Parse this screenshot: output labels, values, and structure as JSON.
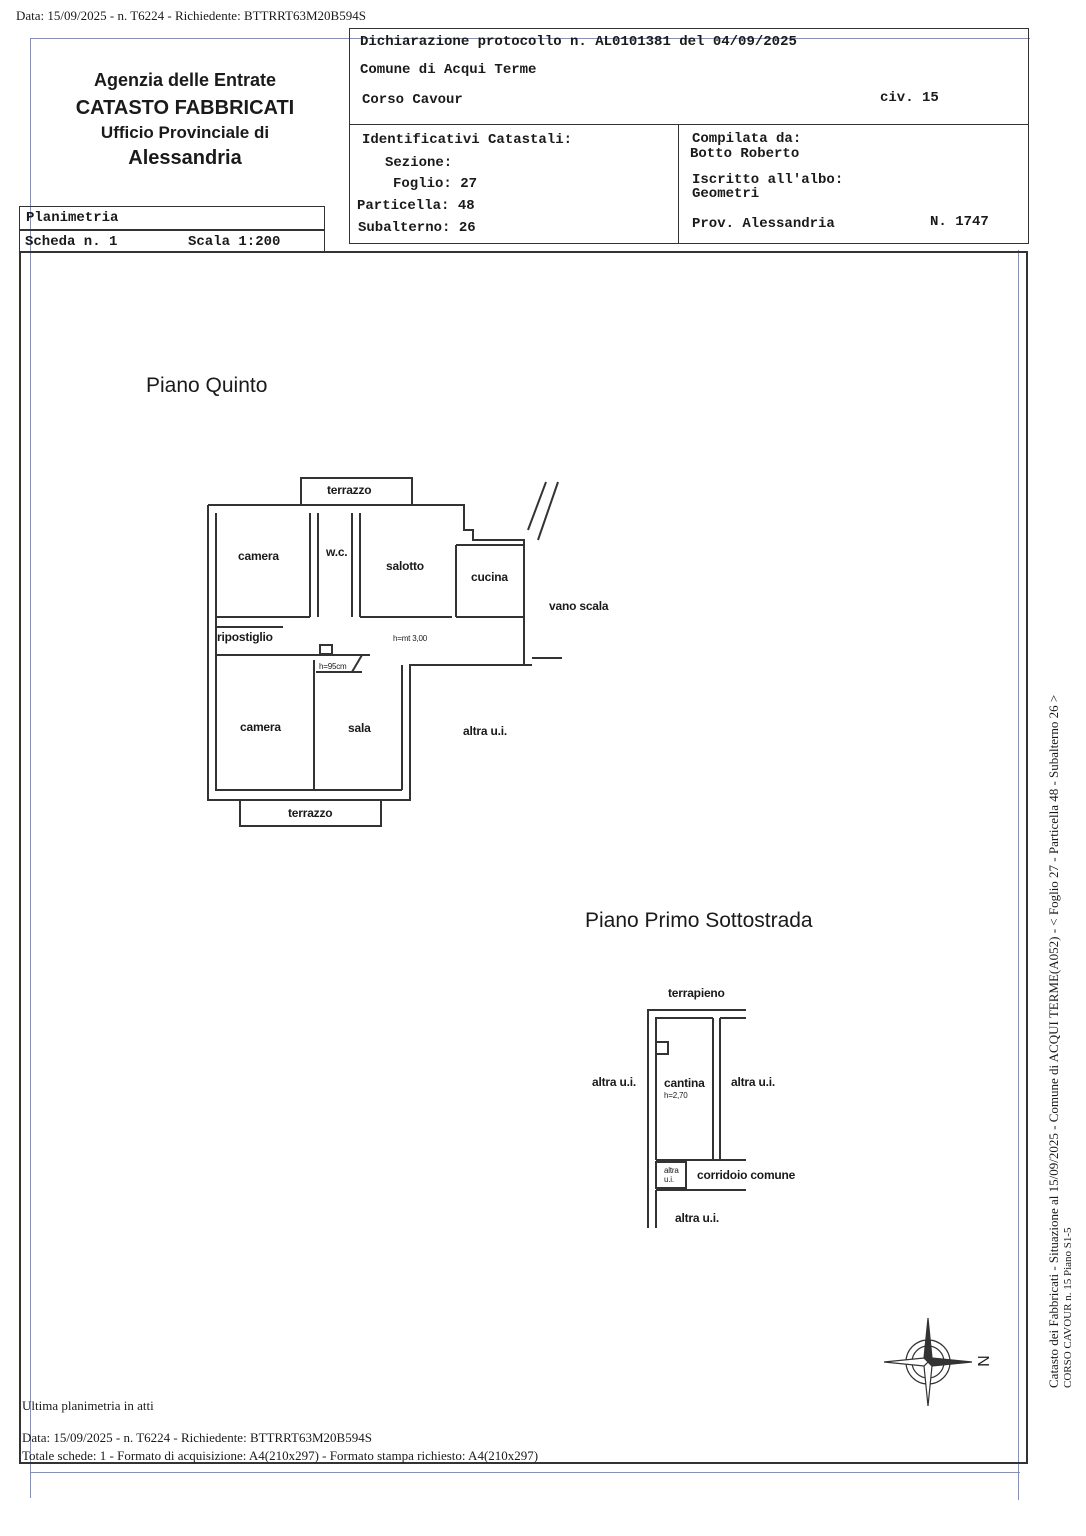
{
  "header_line": "Data: 15/09/2025 - n. T6224 - Richiedente: BTTRRT63M20B594S",
  "agency": {
    "line1": "Agenzia delle Entrate",
    "line2": "CATASTO FABBRICATI",
    "line3": "Ufficio Provinciale di",
    "line4": "Alessandria"
  },
  "declaration": {
    "protocol": "Dichiarazione protocollo n. AL0101381 del 04/09/2025",
    "comune": "Comune di Acqui Terme",
    "address": "Corso Cavour",
    "civic": "civ. 15"
  },
  "identifiers": {
    "title": "Identificativi Catastali:",
    "sezione": "Sezione:",
    "foglio": "Foglio: 27",
    "particella": "Particella: 48",
    "subalterno": "Subalterno: 26"
  },
  "compiled": {
    "label": "Compilata da:",
    "name": "Botto Roberto",
    "albo_label": "Iscritto all'albo:",
    "albo": "Geometri",
    "prov": "Prov. Alessandria",
    "number": "N. 1747"
  },
  "planimetria": {
    "title": "Planimetria",
    "scheda": "Scheda n. 1",
    "scala": "Scala 1:200"
  },
  "floor1": {
    "title": "Piano Quinto",
    "rooms": {
      "terrazzo_top": "terrazzo",
      "camera1": "camera",
      "wc": "w.c.",
      "salotto": "salotto",
      "cucina": "cucina",
      "vano_scala": "vano scala",
      "ripostiglio": "ripostiglio",
      "height": "h=mt 3,00",
      "h95": "h=95cm",
      "camera2": "camera",
      "sala": "sala",
      "altra_ui": "altra u.i.",
      "terrazzo_bottom": "terrazzo"
    }
  },
  "floor2": {
    "title": "Piano Primo Sottostrada",
    "rooms": {
      "terrapieno": "terrapieno",
      "altra_left": "altra u.i.",
      "cantina": "cantina",
      "cantina_h": "h=2,70",
      "altra_right": "altra u.i.",
      "altra_small": "altra u.i.",
      "corridoio": "corridoio comune",
      "altra_bottom": "altra u.i."
    }
  },
  "side_text": "Catasto dei Fabbricati - Situazione al 15/09/2025 - Comune di ACQUI TERME(A052) - < Foglio 27 - Particella 48 - Subalterno 26 >",
  "side_text2": "CORSO CAVOUR n. 15 Piano S1-5",
  "footer": {
    "last": "Ultima planimetria in atti",
    "data": "Data: 15/09/2025 - n. T6224 - Richiedente: BTTRRT63M20B594S",
    "totale": "Totale schede: 1 - Formato di acquisizione: A4(210x297) - Formato stampa richiesto: A4(210x297)"
  },
  "compass_letter": "N"
}
